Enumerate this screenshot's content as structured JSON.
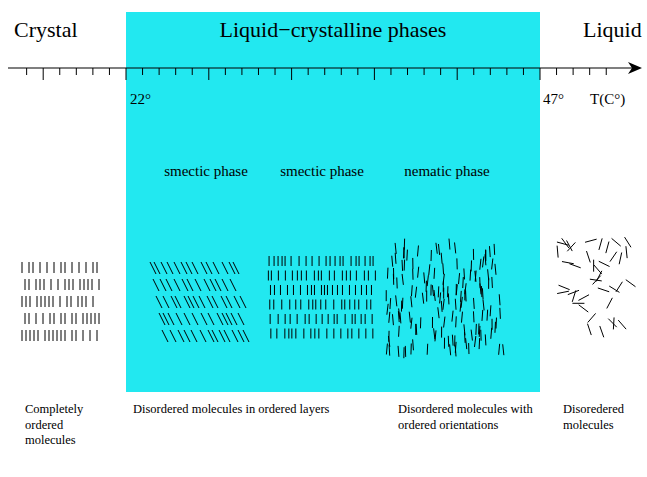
{
  "diagram": {
    "nodes": [
      {
        "text": [
          "Liquid−crystalline phases",
          "smectic phase",
          "smectic phase",
          "nematic phase"
        ]
      }
    ],
    "labels": [
      "Crystal",
      "Liquid",
      "22°",
      "47°",
      "T(C°)",
      "Completely ordered molecules",
      "Disordered molecules in ordered layers",
      "Disordered molecules with ordered orientations",
      "Disoredered molecules"
    ]
  }
}
